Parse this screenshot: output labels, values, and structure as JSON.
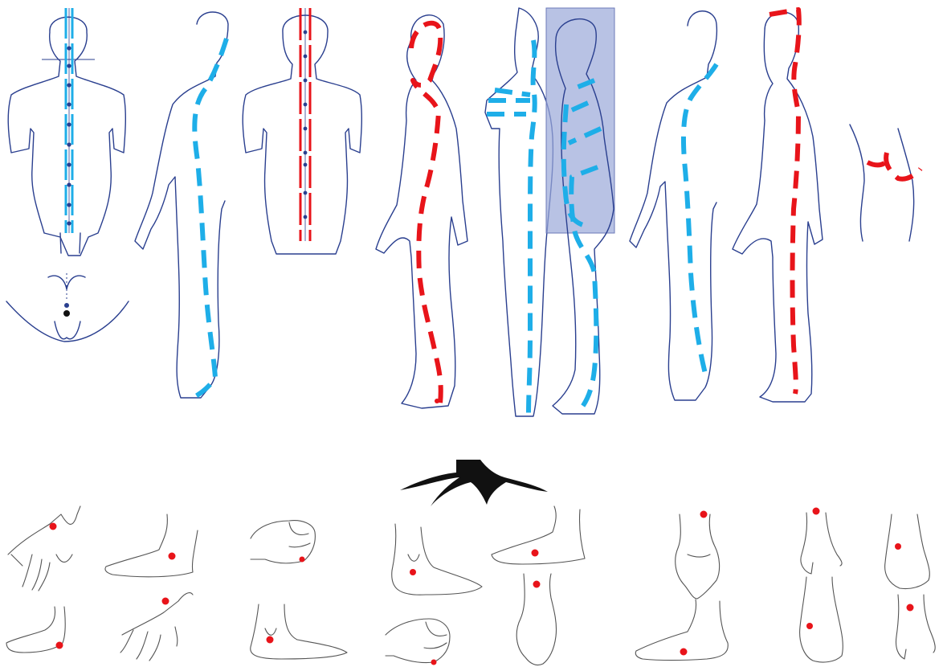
{
  "colors": {
    "background": "#ffffff",
    "outline": "#2a3f8f",
    "sketch": "#555555",
    "yang_channel": "#e8141a",
    "yin_channel": "#1eaee8",
    "midline_point": "#2a3f8f",
    "highlight_box": "#9aa8d8",
    "acupoint": "#e8141a",
    "connector": "#111111"
  },
  "body_figures": [
    {
      "id": "front-torso",
      "view": "anterior",
      "channel": "blue",
      "style": "double-line-with-points"
    },
    {
      "id": "perineum",
      "view": "inferior",
      "channel": "blue",
      "style": "points"
    },
    {
      "id": "side-left-blue",
      "view": "lateral",
      "channel": "blue",
      "style": "dashed"
    },
    {
      "id": "back-torso",
      "view": "posterior",
      "channel": "red",
      "style": "double-line-with-points"
    },
    {
      "id": "side-red-head",
      "view": "lateral",
      "channel": "red",
      "style": "dashed"
    },
    {
      "id": "side-front-blue",
      "view": "anterolateral",
      "channel": "blue",
      "style": "dashed"
    },
    {
      "id": "side-highlighted",
      "view": "lateral",
      "channel": "blue",
      "style": "dashed",
      "highlighted": true
    },
    {
      "id": "side-right-blue",
      "view": "lateral",
      "channel": "blue",
      "style": "dashed"
    },
    {
      "id": "side-red-full",
      "view": "lateral",
      "channel": "red",
      "style": "dashed"
    },
    {
      "id": "waist-belt",
      "view": "waist",
      "channel": "red",
      "style": "dashed"
    }
  ],
  "limb_points": [
    {
      "id": "hand-palm-1",
      "part": "hand"
    },
    {
      "id": "foot-medial-1",
      "part": "foot"
    },
    {
      "id": "fist-1",
      "part": "hand"
    },
    {
      "id": "foot-lateral-1",
      "part": "foot"
    },
    {
      "id": "hand-palm-2",
      "part": "hand"
    },
    {
      "id": "foot-medial-2",
      "part": "foot"
    },
    {
      "id": "fist-2",
      "part": "hand"
    },
    {
      "id": "foot-medial-3",
      "part": "foot"
    },
    {
      "id": "ankle-lateral-1",
      "part": "foot"
    },
    {
      "id": "wrist-1",
      "part": "hand"
    },
    {
      "id": "hand-palm-3",
      "part": "hand"
    },
    {
      "id": "foot-medial-4",
      "part": "foot"
    },
    {
      "id": "forearm-1",
      "part": "hand"
    },
    {
      "id": "foot-dorsal-1",
      "part": "foot"
    },
    {
      "id": "foot-dorsal-2",
      "part": "foot"
    },
    {
      "id": "forearm-2",
      "part": "hand"
    }
  ],
  "icons": {
    "connector": "branching-connector-icon"
  }
}
